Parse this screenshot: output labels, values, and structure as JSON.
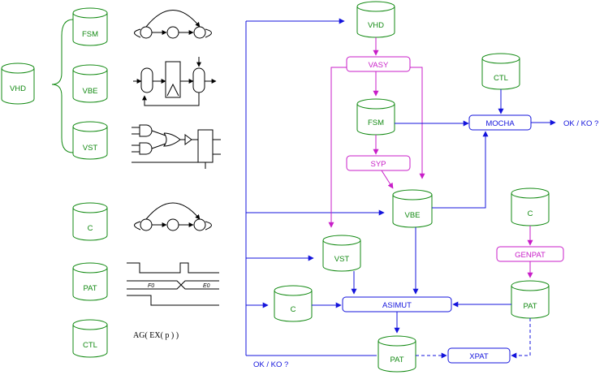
{
  "colors": {
    "green": "#138a13",
    "blue": "#1414dc",
    "magenta": "#c81ec8",
    "black": "#000000"
  },
  "legend": {
    "root": "VHD",
    "group_items": [
      "FSM",
      "VBE",
      "VST"
    ],
    "lower_items": [
      "C",
      "PAT",
      "CTL"
    ],
    "fsm_graph_icon": "state-graph-icon",
    "vbe_icon": "datapath-icon",
    "vst_icon": "gate-netlist-icon",
    "c_graph_icon": "state-graph-icon",
    "pat_icon": "waveform-icon",
    "wave_labels": [
      "F0",
      "E0"
    ],
    "ctl_formula": "AG( EX( p ) )"
  },
  "flow": {
    "cylinders": {
      "vhd": "VHD",
      "fsm": "FSM",
      "vbe": "VBE",
      "vst": "VST",
      "c_main": "C",
      "pat_out": "PAT",
      "ctl": "CTL",
      "c_right": "C",
      "pat_right": "PAT"
    },
    "tools_magenta": {
      "vasy": "VASY",
      "syp": "SYP",
      "genpat": "GENPAT"
    },
    "tools_blue": {
      "mocha": "MOCHA",
      "asimut": "ASIMUT",
      "xpat": "XPAT"
    },
    "status": {
      "mocha_result": "OK / KO ?",
      "asimut_result": "OK / KO ?"
    }
  }
}
